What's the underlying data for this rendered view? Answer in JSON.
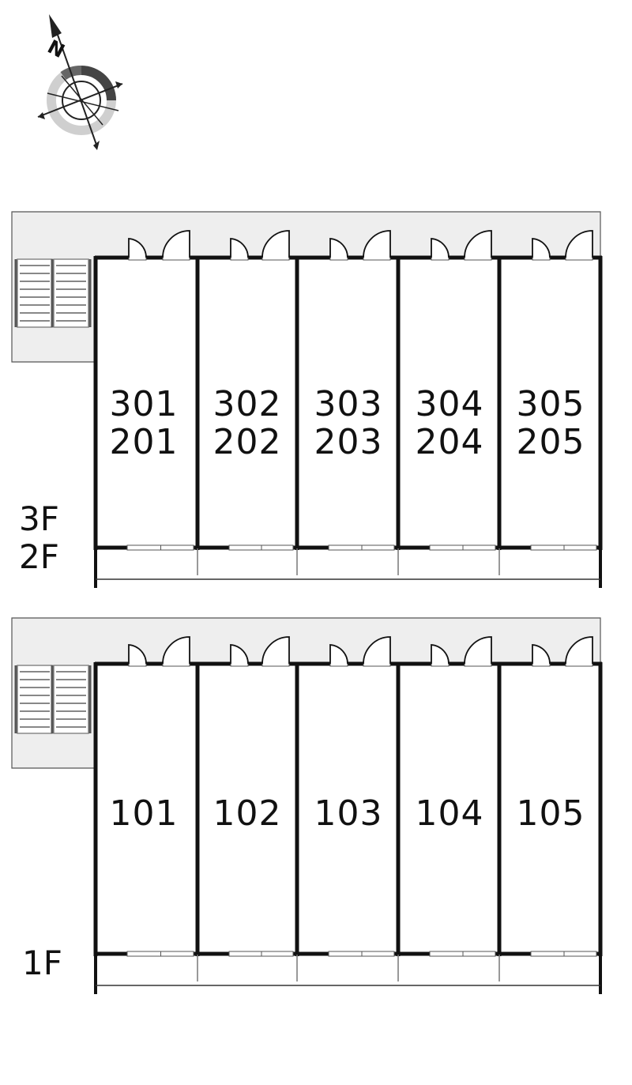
{
  "compass": {
    "north_label": "N",
    "icon": "compass-rose-icon"
  },
  "colors": {
    "corridor_fill": "#eeeeee",
    "wall": "#111111",
    "thin_line": "#333333",
    "stair_line": "#888888"
  },
  "upper_block": {
    "floor_labels": [
      "3F",
      "2F"
    ],
    "units": [
      {
        "top": "301",
        "bottom": "201"
      },
      {
        "top": "302",
        "bottom": "202"
      },
      {
        "top": "303",
        "bottom": "203"
      },
      {
        "top": "304",
        "bottom": "204"
      },
      {
        "top": "305",
        "bottom": "205"
      }
    ]
  },
  "lower_block": {
    "floor_labels": [
      "1F"
    ],
    "units": [
      "101",
      "102",
      "103",
      "104",
      "105"
    ]
  }
}
